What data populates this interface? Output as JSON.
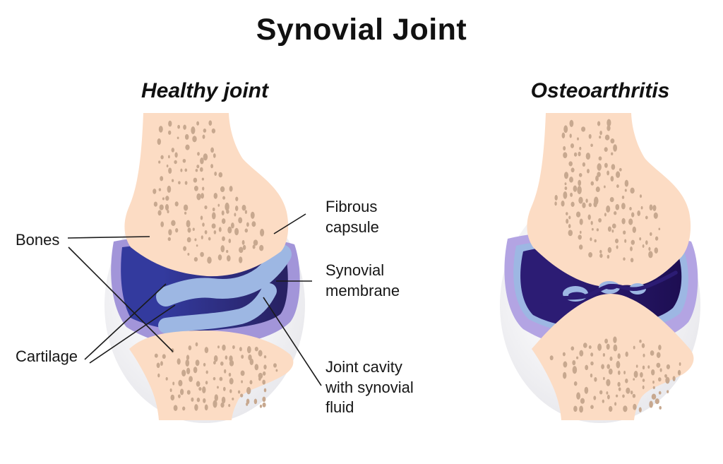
{
  "title": "Synovial Joint",
  "panels": {
    "left": {
      "heading": "Healthy joint"
    },
    "right": {
      "heading": "Osteoarthritis"
    }
  },
  "annotations": {
    "bones": "Bones",
    "cartilage": "Cartilage",
    "fibrous_capsule": "Fibrous capsule",
    "synovial_membrane": "Synovial membrane",
    "joint_cavity": "Joint cavity with synovial fluid"
  },
  "colors": {
    "bone": "#fcdcc4",
    "bone_speckle": "#c7a88f",
    "capsule_center": "#f6f6f8",
    "capsule_mid": "#e9e9ed",
    "capsule_edge": "#d6d6db",
    "synovial_membrane": "#a295d9",
    "synovial_membrane_oa": "#b3a4e3",
    "cartilage": "#9db7e3",
    "joint_cavity": "#333a9e",
    "joint_cavity_dark": "#282264",
    "joint_cavity_oa": "#2c1c74",
    "joint_cavity_oa_dark": "#1d0e52",
    "leader_line": "#1a1a1a"
  }
}
